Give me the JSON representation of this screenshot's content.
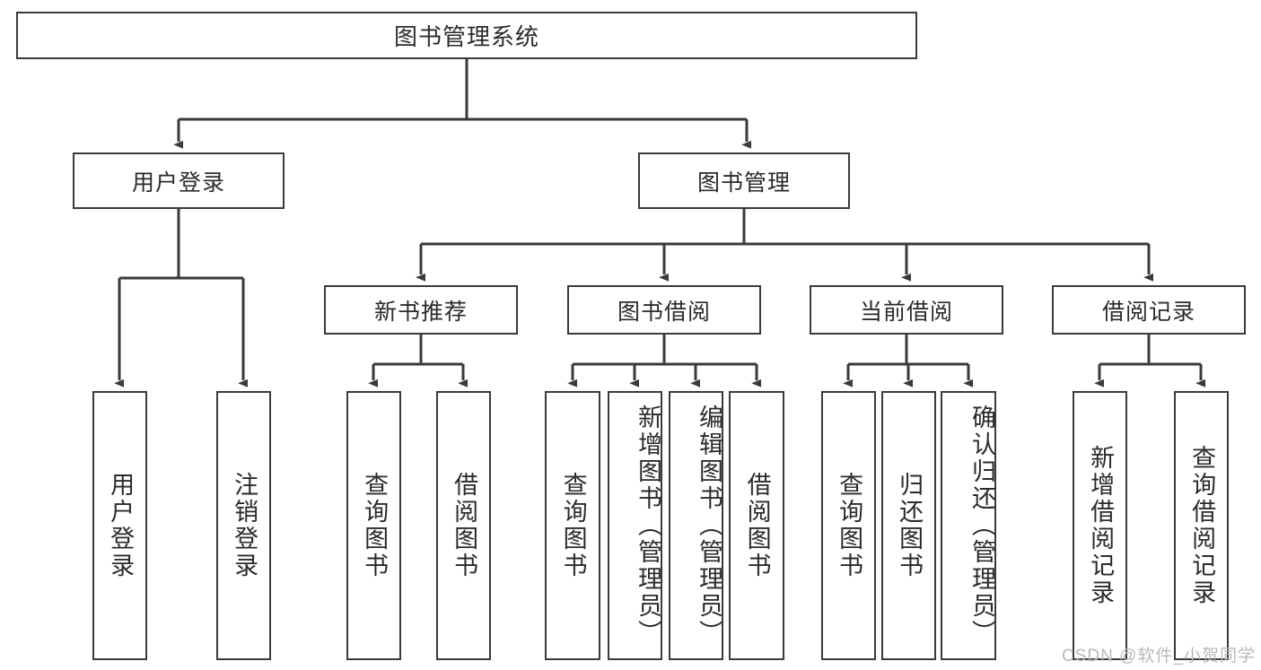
{
  "diagram": {
    "type": "tree",
    "title": "图书管理系统",
    "stroke_color": "#3a3a3a",
    "fill_color": "#ffffff",
    "text_color": "#2b2b2b",
    "root": {
      "label": "图书管理系统"
    },
    "level2": [
      {
        "label": "用户登录"
      },
      {
        "label": "图书管理"
      }
    ],
    "level3": [
      {
        "label": "新书推荐"
      },
      {
        "label": "图书借阅"
      },
      {
        "label": "当前借阅"
      },
      {
        "label": "借阅记录"
      }
    ],
    "leaves": {
      "user_login": [
        {
          "label": "用户登录"
        },
        {
          "label": "注销登录"
        }
      ],
      "new_book": [
        {
          "label": "查询图书"
        },
        {
          "label": "借阅图书"
        }
      ],
      "borrow_book": [
        {
          "label": "查询图书"
        },
        {
          "label": "新增图书（管理员）"
        },
        {
          "label": "编辑图书（管理员）"
        },
        {
          "label": "借阅图书"
        }
      ],
      "current_borrow": [
        {
          "label": "查询图书"
        },
        {
          "label": "归还图书"
        },
        {
          "label": "确认归还（管理员）"
        }
      ],
      "borrow_record": [
        {
          "label": "新增借阅记录"
        },
        {
          "label": "查询借阅记录"
        }
      ]
    }
  },
  "watermark": {
    "text": "CSDN @软件_小贺同学"
  }
}
